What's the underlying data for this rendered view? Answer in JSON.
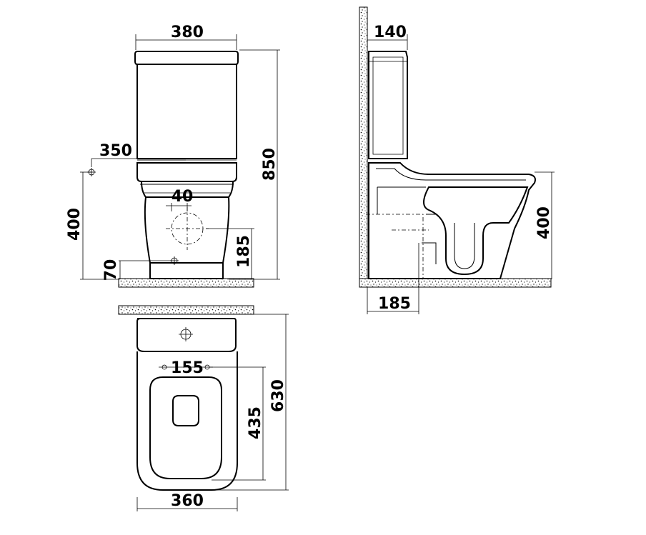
{
  "dimensions": {
    "front_width": "380",
    "front_height": "850",
    "inlet_offset": "350",
    "outlet_height_front": "400",
    "floor_offset": "70",
    "outlet_diameter": "40",
    "outlet_center": "185",
    "side_tank_depth": "140",
    "side_outlet_height": "400",
    "side_outlet_distance": "185",
    "top_holes_spacing": "155",
    "top_depth": "630",
    "top_bowl_depth": "435",
    "top_width": "360"
  }
}
